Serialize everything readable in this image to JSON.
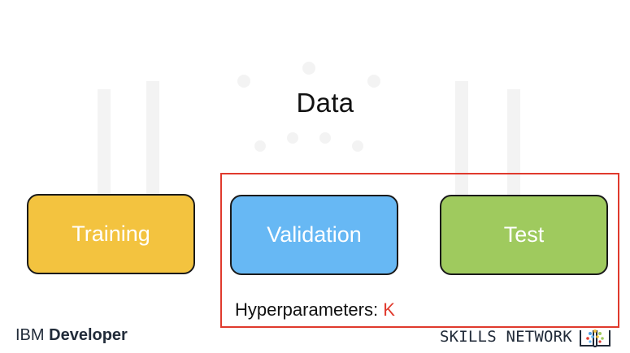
{
  "diagram": {
    "title": "Data",
    "boxes": [
      {
        "id": "training",
        "label": "Training",
        "color": "#f3c33f"
      },
      {
        "id": "validation",
        "label": "Validation",
        "color": "#67b8f4"
      },
      {
        "id": "test",
        "label": "Test",
        "color": "#9fca5e"
      }
    ],
    "highlight_color": "#e03a2d",
    "hyperparameters": {
      "label": "Hyperparameters:",
      "value": "K"
    }
  },
  "branding": {
    "ibm_part1": "IBM",
    "ibm_part2": "Developer",
    "skills_network": "SKILLS NETWORK",
    "skills_icon": "open-book-icon"
  }
}
